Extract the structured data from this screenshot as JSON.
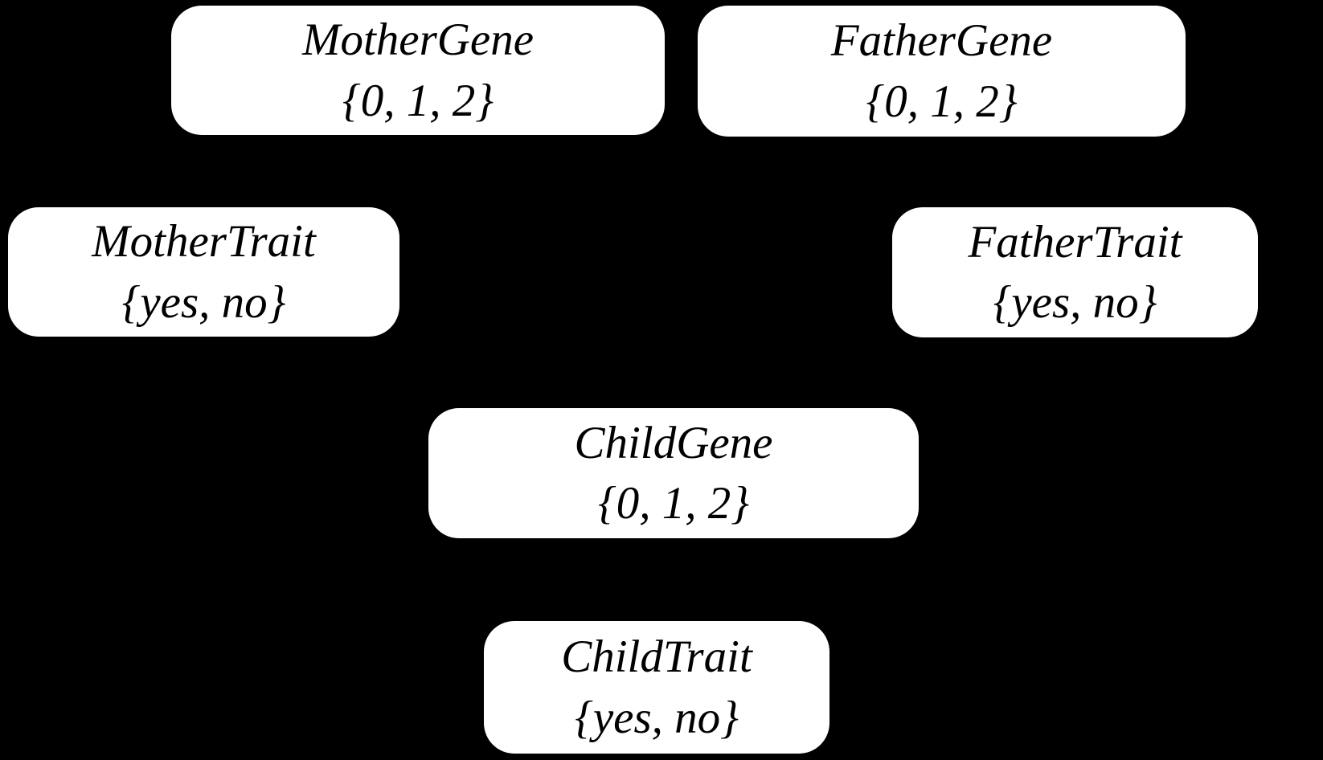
{
  "diagram": {
    "type": "bayesian-network",
    "background_color": "#000000",
    "node_fill_color": "#ffffff",
    "node_text_color": "#000000",
    "nodes": [
      {
        "id": "mother-gene",
        "name": "MotherGene",
        "domain": "{0, 1, 2}"
      },
      {
        "id": "father-gene",
        "name": "FatherGene",
        "domain": "{0, 1, 2}"
      },
      {
        "id": "mother-trait",
        "name": "MotherTrait",
        "domain": "{yes, no}"
      },
      {
        "id": "father-trait",
        "name": "FatherTrait",
        "domain": "{yes, no}"
      },
      {
        "id": "child-gene",
        "name": "ChildGene",
        "domain": "{0, 1, 2}"
      },
      {
        "id": "child-trait",
        "name": "ChildTrait",
        "domain": "{yes, no}"
      }
    ],
    "visible_edges": []
  }
}
